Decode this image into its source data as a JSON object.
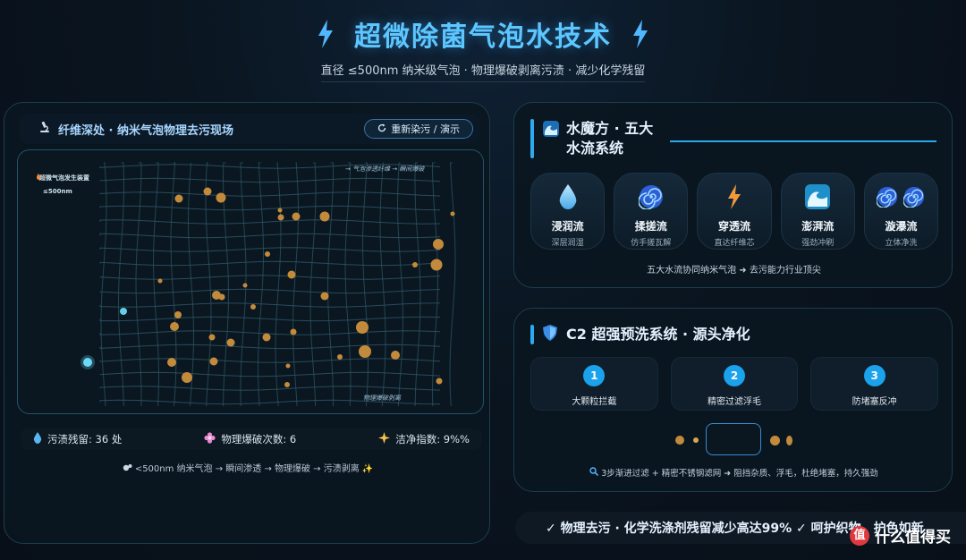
{
  "header": {
    "title": "超微除菌气泡水技术",
    "subtitle": "直径 ≤500nm 纳米级气泡 · 物理爆破剥离污渍 · 减少化学残留"
  },
  "demo": {
    "title": "纤维深处 · 纳米气泡物理去污现场",
    "reset_label": "重新染污 / 演示",
    "generator_label": "超微气泡发生装置",
    "generator_size": "≤500nm",
    "flow_label": "→ 气泡渗透纤维 → 瞬间爆破",
    "fiber_label": "物理爆破剥离",
    "stats": {
      "residue": "污渍残留: 36 处",
      "bursts": "物理爆破次数: 6",
      "clean_index": "洁净指数: 9%%"
    },
    "chain_caption": "<500nm 纳米气泡 → 瞬间渗透 → 物理爆破 → 污渍剥离 ✨"
  },
  "water_system": {
    "title_line1": "水魔方 · 五大",
    "title_line2": "水流系统",
    "flows": [
      {
        "name": "浸润流",
        "desc": "深层润湿",
        "icon": "water-drop-icon"
      },
      {
        "name": "揉搓流",
        "desc": "仿手搓瓦解",
        "icon": "swirl-icon"
      },
      {
        "name": "穿透流",
        "desc": "直达纤维芯",
        "icon": "lightning-icon"
      },
      {
        "name": "澎湃流",
        "desc": "强劲冲刷",
        "icon": "wave-icon"
      },
      {
        "name": "漩瀑流",
        "desc": "立体净洗",
        "icon": "double-swirl-icon"
      }
    ],
    "caption": "五大水流协同纳米气泡 ➜ 去污能力行业顶尖"
  },
  "prewash": {
    "title": "C2 超强预洗系统 · 源头净化",
    "steps": [
      {
        "num": "1",
        "label": "大颗粒拦截"
      },
      {
        "num": "2",
        "label": "精密过滤浮毛"
      },
      {
        "num": "3",
        "label": "防堵塞反冲"
      }
    ],
    "caption": "3步渐进过滤 + 精密不锈钢滤网 ➜ 阻挡杂质、浮毛，杜绝堵塞，持久强劲"
  },
  "footer": {
    "text": "✓ 物理去污 · 化学洗涤剂残留减少高达99%  ✓ 呵护织物，护色如新"
  },
  "watermark": {
    "logo": "值",
    "text": "什么值得买"
  },
  "colors": {
    "accent": "#2eaaf0",
    "title": "#5cc6ff",
    "stain": "#c48a3c",
    "bubble": "#6fe3ff",
    "grid": "#2e5566"
  }
}
